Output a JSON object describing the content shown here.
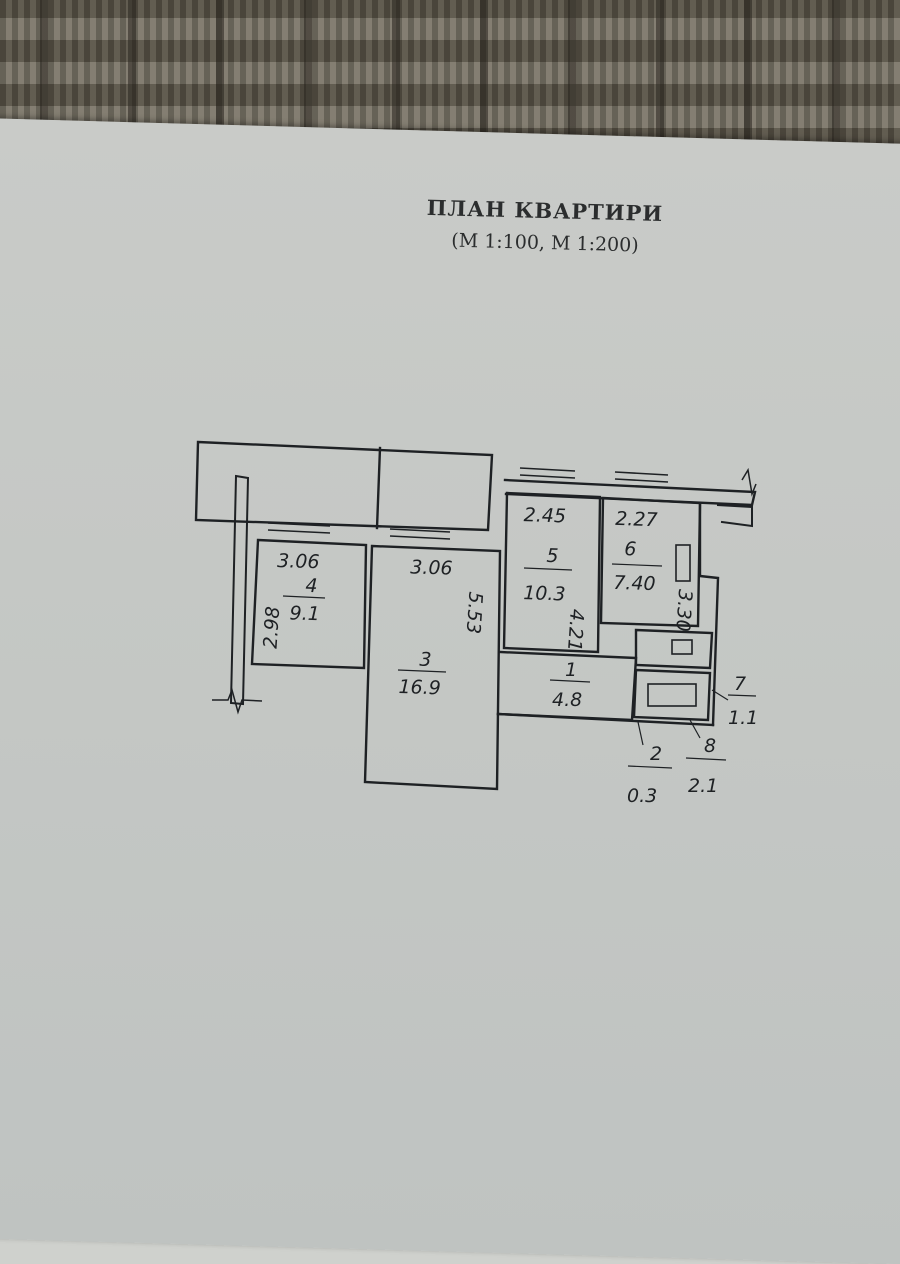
{
  "title": "ПЛАН КВАРТИРИ",
  "scale": "(М 1:100, М 1:200)",
  "rooms": [
    {
      "id": "4",
      "dims_top": "3.06",
      "dims_side": "2.98",
      "area": "9.1"
    },
    {
      "id": "3",
      "dims_top": "3.06",
      "dims_side": "5.53",
      "area": "16.9"
    },
    {
      "id": "5",
      "dims_top": "2.45",
      "dims_side": "4.21",
      "area": "10.3"
    },
    {
      "id": "6",
      "dims_top": "2.27",
      "dims_side": "3.30",
      "area": "7.40"
    },
    {
      "id": "1",
      "area": "4.8"
    },
    {
      "id": "7",
      "area": "1.1"
    },
    {
      "id": "2",
      "area": "0.3"
    },
    {
      "id": "8",
      "area": "2.1"
    }
  ],
  "colors": {
    "paper": "#c6c9c6",
    "ink": "#1e2124",
    "mat": "#6b6558"
  }
}
